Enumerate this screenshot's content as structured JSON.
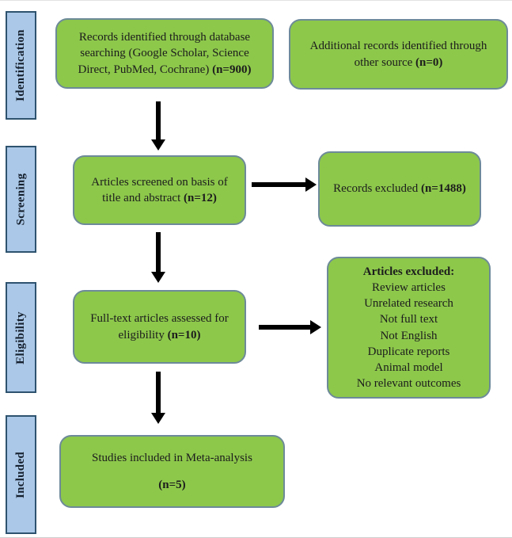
{
  "diagram": {
    "type": "prisma-flow-diagram",
    "colors": {
      "box_fill": "#8dc84b",
      "box_border": "#6d8a99",
      "stage_fill": "#abc8e8",
      "stage_border": "#2e536f",
      "arrow": "#000000",
      "text": "#1c1c1c"
    }
  },
  "stages": [
    {
      "label": "Identification"
    },
    {
      "label": "Screening"
    },
    {
      "label": "Eligibility"
    },
    {
      "label": "Included"
    }
  ],
  "boxes": {
    "records_identified": {
      "text": "Records identified through database searching (Google Scholar, Science Direct, PubMed, Cochrane)",
      "count": "(n=900)"
    },
    "additional_records": {
      "text": "Additional records identified through other source",
      "count": "(n=0)"
    },
    "articles_screened": {
      "text": "Articles screened on basis of title and abstract",
      "count": "(n=12)"
    },
    "records_excluded": {
      "text": "Records excluded",
      "count": "(n=1488)"
    },
    "fulltext_assessed": {
      "text": "Full-text articles assessed for eligibility",
      "count": "(n=10)"
    },
    "articles_excluded": {
      "title": "Articles excluded:",
      "reasons": [
        "Review articles",
        "Unrelated research",
        "Not full text",
        "Not English",
        "Duplicate reports",
        "Animal model",
        "No relevant outcomes"
      ]
    },
    "studies_included": {
      "text": "Studies included in Meta-analysis",
      "count": "(n=5)"
    }
  }
}
